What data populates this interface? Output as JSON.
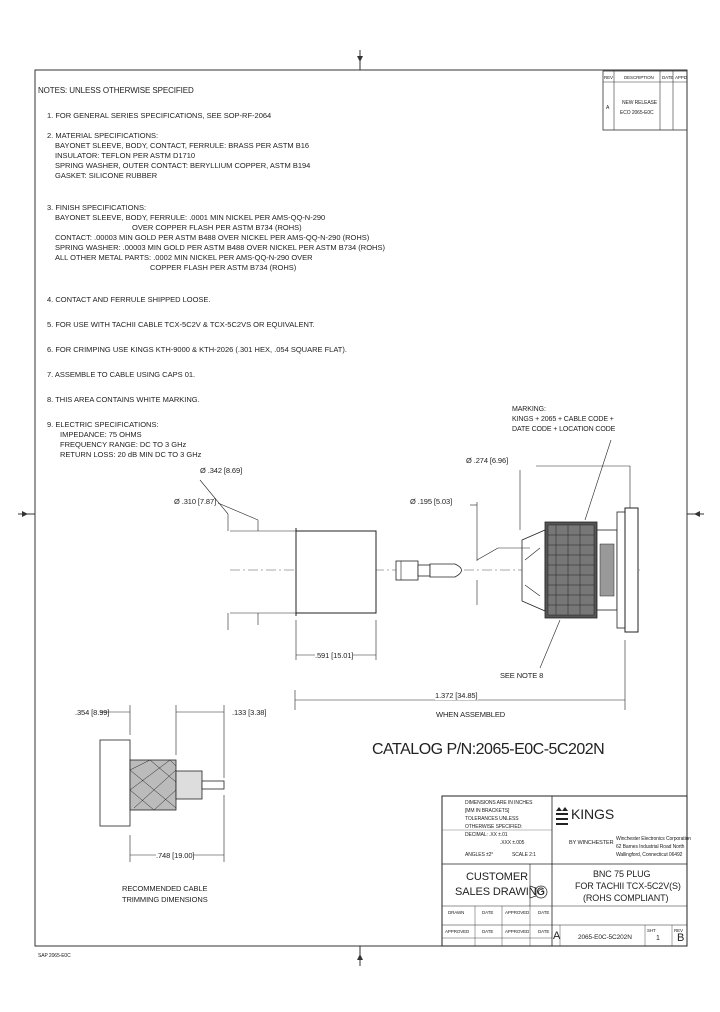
{
  "notes": {
    "heading": "NOTES: UNLESS OTHERWISE SPECIFIED",
    "items": [
      {
        "lines": [
          "1. FOR GENERAL SERIES SPECIFICATIONS, SEE SOP-RF-2064"
        ]
      },
      {
        "lines": [
          "2. MATERIAL SPECIFICATIONS:",
          "BAYONET SLEEVE, BODY, CONTACT, FERRULE: BRASS PER ASTM B16",
          "INSULATOR: TEFLON PER ASTM D1710",
          "SPRING WASHER, OUTER CONTACT: BERYLLIUM COPPER, ASTM B194",
          "GASKET: SILICONE RUBBER"
        ]
      },
      {
        "lines": [
          "3. FINISH SPECIFICATIONS:",
          "BAYONET SLEEVE, BODY, FERRULE: .0001 MIN NICKEL PER AMS-QQ-N-290",
          "OVER COPPER FLASH PER ASTM B734 (ROHS)",
          "CONTACT: .00003 MIN GOLD PER ASTM B488 OVER NICKEL PER AMS-QQ-N-290 (ROHS)",
          "SPRING WASHER: .00003 MIN GOLD PER ASTM B488 OVER NICKEL PER ASTM B734 (ROHS)",
          "ALL OTHER METAL PARTS: .0002 MIN NICKEL PER AMS-QQ-N-290 OVER",
          "COPPER FLASH PER ASTM B734 (ROHS)"
        ]
      },
      {
        "lines": [
          "4. CONTACT AND FERRULE SHIPPED LOOSE."
        ]
      },
      {
        "lines": [
          "5. FOR USE WITH TACHII CABLE TCX-5C2V & TCX-5C2VS OR EQUIVALENT."
        ]
      },
      {
        "lines": [
          "6. FOR CRIMPING USE KINGS KTH-9000 & KTH-2026 (.301 HEX, .054 SQUARE FLAT)."
        ]
      },
      {
        "lines": [
          "7. ASSEMBLE TO CABLE USING CAPS 01."
        ]
      },
      {
        "lines": [
          "8. THIS AREA CONTAINS WHITE MARKING."
        ]
      },
      {
        "lines": [
          "9. ELECTRIC SPECIFICATIONS:",
          "IMPEDANCE: 75 OHMS",
          "FREQUENCY RANGE: DC TO 3 GHz",
          "RETURN LOSS: 20 dB MIN DC TO 3 GHz"
        ]
      }
    ]
  },
  "revision_block": {
    "headers": [
      "REV",
      "DESCRIPTION",
      "DATE",
      "APPD"
    ],
    "row_text": [
      "NEW RELEASE",
      "ECO 2065-E0C"
    ],
    "rev": "A"
  },
  "dimensions": {
    "marking_label": [
      "MARKING:",
      "KINGS + 2065 + CABLE CODE +",
      "DATE CODE + LOCATION CODE"
    ],
    "body_dia": "Ø .274 [6.96]",
    "ferrule_dia_outer": "Ø .342 [8.69]",
    "ferrule_dia_inner": "Ø .310 [7.87]",
    "contact_dia": "Ø .195 [5.03]",
    "ferrule_length": ".591 [15.01]",
    "see_note": "SEE NOTE 8",
    "assembled_length": "1.372 [34.85]",
    "assembled_note": "WHEN ASSEMBLED",
    "strip_1": ".354 [8.99]",
    "strip_2": ".133 [3.38]",
    "strip_3": ".748 [19.00]",
    "cable_caption": [
      "RECOMMENDED CABLE",
      "TRIMMING DIMENSIONS"
    ]
  },
  "catalog": "CATALOG P/N:2065-E0C-5C202N",
  "title_block": {
    "tolerance_lines": [
      "DIMENSIONS ARE IN INCHES",
      "[MM IN BRACKETS]",
      "TOLERANCES UNLESS",
      "OTHERWISE SPECIFIED:",
      "DECIMAL: .XX ±.01",
      ".XXX ±.005",
      "ANGLES ±2°"
    ],
    "scale_label": "SCALE 2:1",
    "brand": "KINGS",
    "brand_sub": "BY WINCHESTER",
    "company": [
      "Winchester Electronics Corporation",
      "62 Barnes Industrial Road North",
      "Wallingford, Connecticut 06492"
    ],
    "customer": "CUSTOMER",
    "sales_drawing": "SALES DRAWING",
    "part_title": [
      "BNC 75 PLUG",
      "FOR TACHII TCX-5C2V(S)",
      "(ROHS COMPLIANT)"
    ],
    "small_headers": [
      "DRAWN",
      "DATE",
      "APPROVED",
      "DATE"
    ],
    "small_headers2": [
      "APPROVED",
      "DATE",
      "APPROVED",
      "DATE"
    ],
    "size": "A",
    "part_number": "2065-E0C-5C202N",
    "sheet_label": "SHT",
    "sheet": "1",
    "rev_label": "REV",
    "rev": "B"
  },
  "footer": "SAP 2065-E0C"
}
